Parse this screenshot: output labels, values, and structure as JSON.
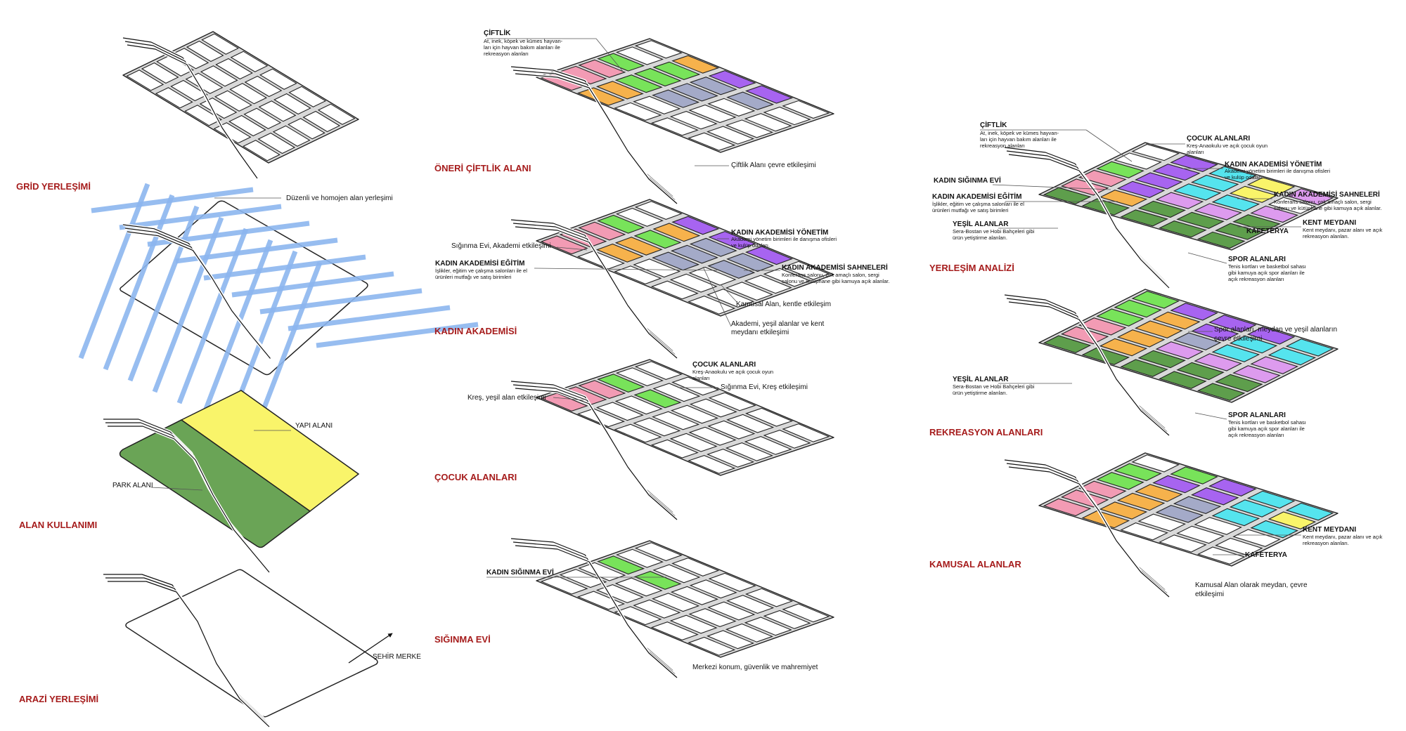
{
  "colors": {
    "title_red": "#a61c1c",
    "farm_pink": "#f29bb4",
    "green": "#78e35a",
    "orange": "#f6b24c",
    "purple": "#a764f0",
    "slate": "#a4aac8",
    "cyan": "#55e4ee",
    "yellow": "#f9f46a",
    "park_green": "#5e9e4c",
    "grid_blue": "#8cb6ef",
    "lilac": "#dd9bee"
  },
  "col1": {
    "grid_title": "GRİD YERLEŞİMİ",
    "grid_note": "Düzenli ve homojen alan yerleşimi",
    "landuse_title": "ALAN KULLANIMI",
    "yapi": "YAPI ALANI",
    "park": "PARK ALANI",
    "arazi_title": "ARAZİ YERLEŞİMİ",
    "sehir": "ŞEHİR MERKE"
  },
  "col2": {
    "farm_head": "ÇİFTLİK",
    "farm_sub": [
      "At, inek, köpek ve kümes hayvan-",
      "ları için hayvan bakım alanları ile",
      "rekreasyon alanları"
    ],
    "farm_note": "Çiftlik Alanı çevre etkileşimi",
    "farm_title": "ÖNERİ ÇİFTLİK ALANI",
    "ak_yonetim_head": "KADIN AKADEMİSİ YÖNETİM",
    "ak_yonetim_sub": [
      "Akademi yönetim birimleri ile danışma ofisleri",
      "ve kulüp odaları."
    ],
    "ak_siginma_note": "Sığınma Evi, Akademi etkileşimi",
    "ak_egitim_head": "KADIN AKADEMİSİ EĞİTİM",
    "ak_egitim_sub": [
      "İşlikler, eğitim ve çalışma salonları ile el",
      "ürünleri mutfağı ve satış birimleri"
    ],
    "ak_sahne_head": "KADIN AKADEMİSİ SAHNELERİ",
    "ak_sahne_sub": [
      "Konferans salonu, çok amaçlı salon, sergi",
      "salonu ve kütüphane gibi kamuya açık alanlar."
    ],
    "ak_kamusal_note": "Kamusal Alan, kentle etkileşim",
    "ak_yesil_note": [
      "Akademi, yeşil alanlar ve kent",
      "meydanı etkileşimi"
    ],
    "ak_title": "KADIN AKADEMİSİ",
    "cocuk_head": "ÇOCUK ALANLARI",
    "cocuk_sub": [
      "Kreş-Anaokulu ve açık çocuk oyun",
      "alanları"
    ],
    "cocuk_kres_note": "Kreş, yeşil alan etkileşimi",
    "cocuk_siginma_note": "Sığınma Evi, Kreş etkileşimi",
    "cocuk_title": "ÇOCUK ALANLARI",
    "siginma_head": "KADIN SIĞINMA EVİ",
    "siginma_note": "Merkezi konum, güvenlik ve mahremiyet",
    "siginma_title": "SIĞINMA EVİ"
  },
  "col3": {
    "y_ciftlik_head": "ÇİFTLİK",
    "y_ciftlik_sub": [
      "At, inek, köpek ve kümes hayvan-",
      "ları için hayvan bakım alanları ile",
      "rekreasyon alanları"
    ],
    "y_cocuk_head": "ÇOCUK ALANLARI",
    "y_cocuk_sub": [
      "Kreş-Anaokulu ve açık çocuk oyun",
      "alanları"
    ],
    "y_yonetim_head": "KADIN AKADEMİSİ YÖNETİM",
    "y_yonetim_sub": [
      "Akademi yönetim birimleri ile danışma ofisleri",
      "ve kulüp odaları."
    ],
    "y_siginma_head": "KADIN SIĞINMA EVİ",
    "y_egitim_head": "KADIN AKADEMİSİ EĞİTİM",
    "y_egitim_sub": [
      "İşlikler, eğitim ve çalışma salonları ile el",
      "ürünleri mutfağı ve satış birimleri"
    ],
    "y_sahne_head": "KADIN AKADEMİSİ SAHNELERİ",
    "y_sahne_sub": [
      "Konferans salonu, çok amaçlı salon, sergi",
      "salonu ve kütüphane gibi kamuya açık alanlar."
    ],
    "y_yesil_head": "YEŞİL ALANLAR",
    "y_yesil_sub": [
      "Sera-Bostan ve Hobi Bahçeleri gibi",
      "ürün yetiştirme alanları."
    ],
    "y_kent_head": "KENT MEYDANI",
    "y_kent_sub": [
      "Kent meydanı, pazar alanı ve açık",
      "rekreasyon alanları."
    ],
    "y_kafeterya": "KAFETERYA",
    "y_spor_head": "SPOR ALANLARI",
    "y_spor_sub": [
      "Tenis kortları ve basketbol sahası",
      "gibi kamuya açık spor alanları ile",
      "açık rekreasyon alanları"
    ],
    "y_title": "YERLEŞİM ANALİZİ",
    "r_note": [
      "Spor alanları, meydan ve yeşil alanların",
      "çevre etkileşimi"
    ],
    "r_yesil_head": "YEŞİL ALANLAR",
    "r_yesil_sub": [
      "Sera-Bostan ve Hobi Bahçeleri gibi",
      "ürün yetiştirme alanları."
    ],
    "r_spor_head": "SPOR ALANLARI",
    "r_spor_sub": [
      "Tenis kortları ve basketbol sahası",
      "gibi kamuya açık spor alanları ile",
      "açık rekreasyon alanları"
    ],
    "r_title": "REKREASYON ALANLARI",
    "k_kent_head": "KENT MEYDANI",
    "k_kent_sub": [
      "Kent meydanı, pazar alanı ve açık",
      "rekreasyon alanları."
    ],
    "k_kafeterya": "KAFETERYA",
    "k_note": [
      "Kamusal Alan olarak meydan, çevre",
      "etkileşimi"
    ],
    "k_title": "KAMUSAL ALANLAR"
  }
}
